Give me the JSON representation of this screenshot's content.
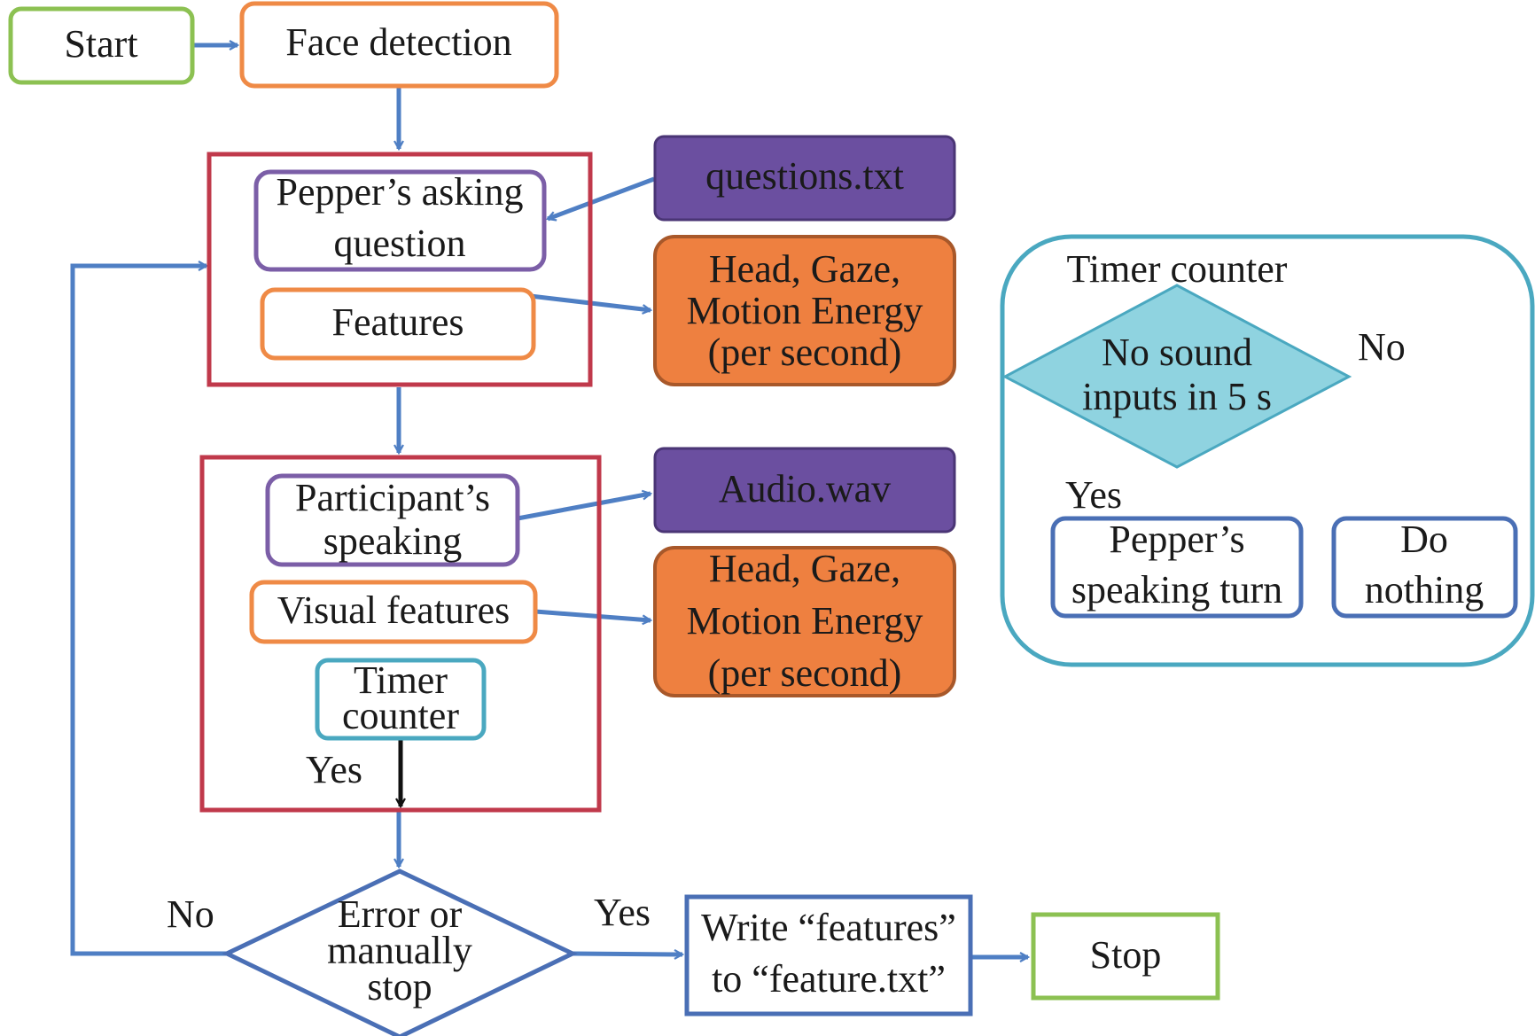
{
  "nodes": {
    "start": "Start",
    "face_detection": "Face detection",
    "asking_question": [
      "Pepper’s asking",
      "question"
    ],
    "features": "Features",
    "questions_txt": "questions.txt",
    "head_gaze_1": [
      "Head, Gaze,",
      "Motion Energy",
      "(per second)"
    ],
    "participant_speaking": [
      "Participant’s",
      "speaking"
    ],
    "visual_features": "Visual features",
    "timer_counter_box": [
      "Timer",
      "counter"
    ],
    "audio_wav": "Audio.wav",
    "head_gaze_2": [
      "Head, Gaze,",
      "Motion Energy",
      "(per second)"
    ],
    "timer_yes": "Yes",
    "decision": [
      "Error or",
      "manually",
      "stop"
    ],
    "decision_no": "No",
    "decision_yes": "Yes",
    "write_features": [
      "Write “features”",
      "to “feature.txt”"
    ],
    "stop": "Stop"
  },
  "timer_panel": {
    "title": "Timer counter",
    "condition": [
      "No sound",
      "inputs in 5 s"
    ],
    "no_label": "No",
    "yes_label": "Yes",
    "yes_action": [
      "Pepper’s",
      "speaking turn"
    ],
    "no_action": [
      "Do",
      "nothing"
    ]
  },
  "colors": {
    "arrow": "#4f7fc4",
    "black_arrow": "#111111",
    "green": "#8cc152",
    "orange_outline": "#ef8a46",
    "red_group": "#c0394b",
    "purple_outline": "#7b5ea7",
    "purple_fill": "#6b4fa0",
    "orange_fill": "#ee8040",
    "teal": "#4aa8c0",
    "diamond_fill": "#8fd3e0",
    "blue_outline": "#4a6fb5"
  }
}
